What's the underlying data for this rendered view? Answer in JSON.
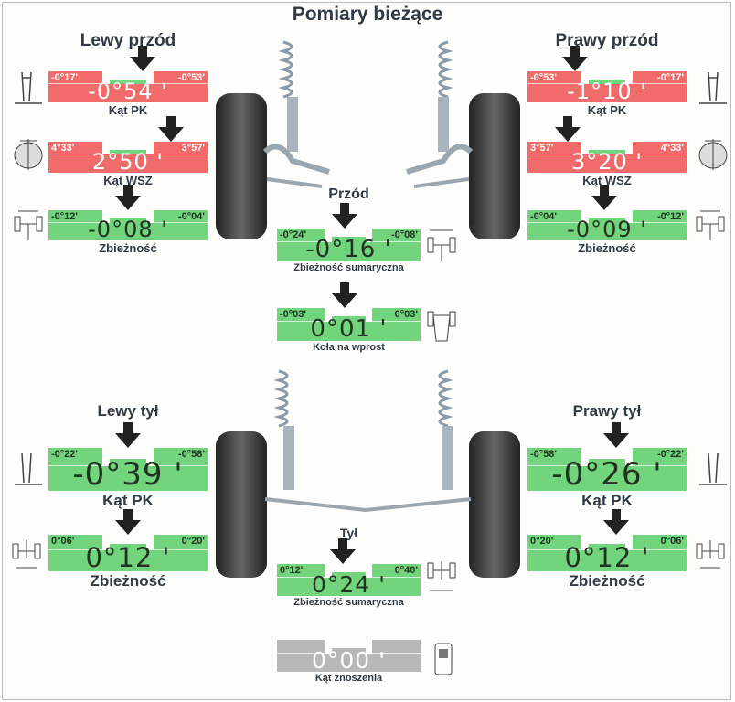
{
  "title": "Pomiary bieżące",
  "front_left": {
    "title": "Lewy przód",
    "camber": {
      "label": "Kąt PK",
      "min": "-0°17'",
      "max": "-0°53'",
      "value": "-0°54 '",
      "status": "out"
    },
    "sai": {
      "label": "Kąt WSZ",
      "min": "4°33'",
      "max": "3°57'",
      "value": "2°50 '",
      "status": "out"
    },
    "toe": {
      "label": "Zbieżność",
      "min": "-0°12'",
      "max": "-0°04'",
      "value": "-0°08 '",
      "status": "ok"
    }
  },
  "front_right": {
    "title": "Prawy przód",
    "camber": {
      "label": "Kąt PK",
      "min": "-0°53'",
      "max": "-0°17'",
      "value": "-1°10 '",
      "status": "out"
    },
    "sai": {
      "label": "Kąt WSZ",
      "min": "3°57'",
      "max": "4°33'",
      "value": "3°20 '",
      "status": "out"
    },
    "toe": {
      "label": "Zbieżność",
      "min": "-0°04'",
      "max": "-0°12'",
      "value": "-0°09 '",
      "status": "ok"
    }
  },
  "front": {
    "title": "Przód",
    "total_toe": {
      "label": "Zbieżność sumaryczna",
      "min": "-0°24'",
      "max": "-0°08'",
      "value": "-0°16 '",
      "status": "ok"
    },
    "straight": {
      "label": "Koła na wprost",
      "min": "-0°03'",
      "max": "0°03'",
      "value": "0°01 '",
      "status": "ok"
    }
  },
  "rear_left": {
    "title": "Lewy tył",
    "camber": {
      "label": "Kąt PK",
      "min": "-0°22'",
      "max": "-0°58'",
      "value": "-0°39 '",
      "status": "ok"
    },
    "toe": {
      "label": "Zbieżność",
      "min": "0°06'",
      "max": "0°20'",
      "value": "0°12 '",
      "status": "ok"
    }
  },
  "rear_right": {
    "title": "Prawy tył",
    "camber": {
      "label": "Kąt PK",
      "min": "-0°58'",
      "max": "-0°22'",
      "value": "-0°26 '",
      "status": "ok"
    },
    "toe": {
      "label": "Zbieżność",
      "min": "0°20'",
      "max": "0°06'",
      "value": "0°12 '",
      "status": "ok"
    }
  },
  "rear": {
    "title": "Tył",
    "total_toe": {
      "label": "Zbieżność sumaryczna",
      "min": "0°12'",
      "max": "0°40'",
      "value": "0°24 '",
      "status": "ok"
    },
    "thrust": {
      "label": "Kąt znoszenia",
      "min": "",
      "max": "",
      "value": "0°00 '",
      "status": "none"
    }
  },
  "colors": {
    "out": "#f26b6b",
    "ok": "#72d47c",
    "none": "#b8b8b8"
  }
}
